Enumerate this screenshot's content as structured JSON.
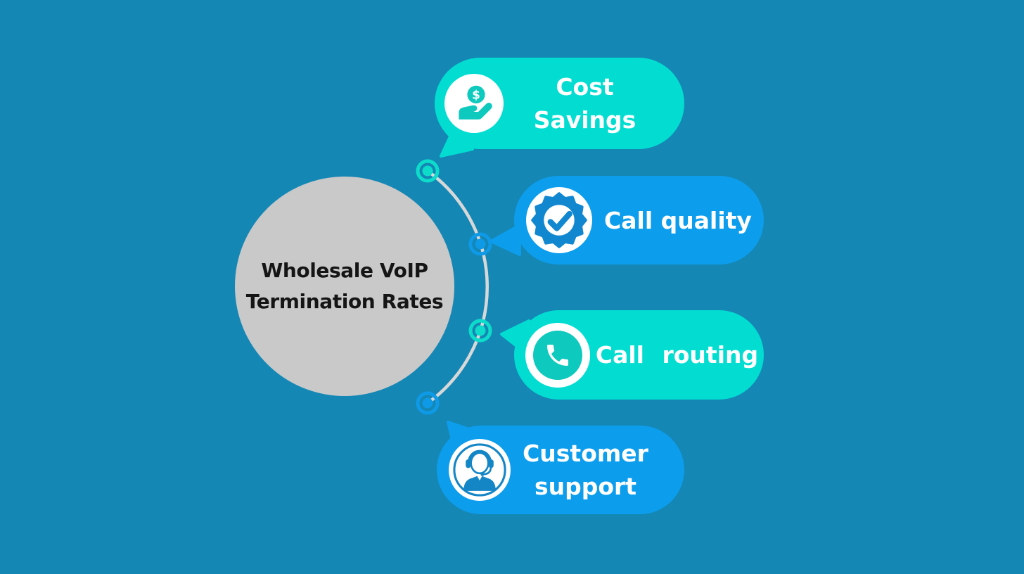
{
  "canvas": {
    "background_color": "#1487b5"
  },
  "center": {
    "title_lines": [
      "Wholesale VoIP",
      "Termination Rates"
    ],
    "circle_color": "#c9c9c9",
    "text_color": "#151515"
  },
  "connector": {
    "arc_color": "#d8d8d8",
    "node_count": 4
  },
  "items": [
    {
      "id": "cost-savings",
      "label_lines": [
        "Cost",
        "Savings"
      ],
      "icon": "hand-holding-dollar-icon",
      "currency_symbol": "$",
      "bubble_color": "#03ddd1",
      "icon_color": "#0ec9bd",
      "node_color": "#0edccb",
      "text_color": "#ffffff"
    },
    {
      "id": "call-quality",
      "label_lines": [
        "Call quality"
      ],
      "icon": "badge-check-icon",
      "bubble_color": "#0d9ded",
      "icon_color": "#1187d0",
      "node_color": "#0e9ae7",
      "text_color": "#ffffff"
    },
    {
      "id": "call-routing",
      "label_lines": [
        "Call routing"
      ],
      "icon": "phone-icon",
      "bubble_color": "#03ddd1",
      "icon_color": "#0ec9bd",
      "node_color": "#0edccb",
      "text_color": "#ffffff"
    },
    {
      "id": "customer-support",
      "label_lines": [
        "Customer",
        "support"
      ],
      "icon": "headset-agent-icon",
      "bubble_color": "#0d9ded",
      "icon_color": "#1486c6",
      "node_color": "#0e9ae7",
      "text_color": "#ffffff"
    }
  ]
}
